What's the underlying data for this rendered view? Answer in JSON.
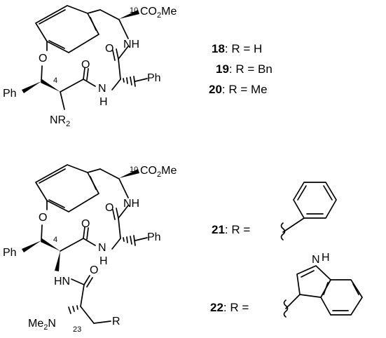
{
  "top": {
    "labels": {
      "co2me": "CO",
      "co2me_sub": "2",
      "co2me_tail": "Me",
      "nh_right": "NH",
      "o_upper": "O",
      "o_ether": "O",
      "o_amide": "O",
      "nh_mid_n": "N",
      "nh_mid_h": "H",
      "ph_left": "Ph",
      "ph_right": "Ph",
      "nr2": "NR",
      "nr2_sub": "2",
      "num10": "10",
      "num4": "4"
    },
    "compounds": [
      {
        "num": "18",
        "rest": ": R = H"
      },
      {
        "num": "19",
        "rest": ": R = Bn"
      },
      {
        "num": "20",
        "rest": ": R = Me"
      }
    ]
  },
  "bottom": {
    "labels": {
      "co2me": "CO",
      "co2me_sub": "2",
      "co2me_tail": "Me",
      "nh_right": "NH",
      "o_upper": "O",
      "o_ether": "O",
      "o_amide": "O",
      "nh_mid_n": "N",
      "nh_mid_h": "H",
      "ph_left": "Ph",
      "ph_right": "Ph",
      "hn": "HN",
      "o_lower": "O",
      "me2n_me": "Me",
      "me2n_sub": "2",
      "me2n_n": "N",
      "r": "R",
      "num10": "10",
      "num4": "4",
      "num23": "23"
    },
    "compounds": [
      {
        "num": "21",
        "rest": ": R ="
      },
      {
        "num": "22",
        "rest": ": R ="
      }
    ],
    "indole_nh": {
      "n": "N",
      "h": "H"
    }
  }
}
